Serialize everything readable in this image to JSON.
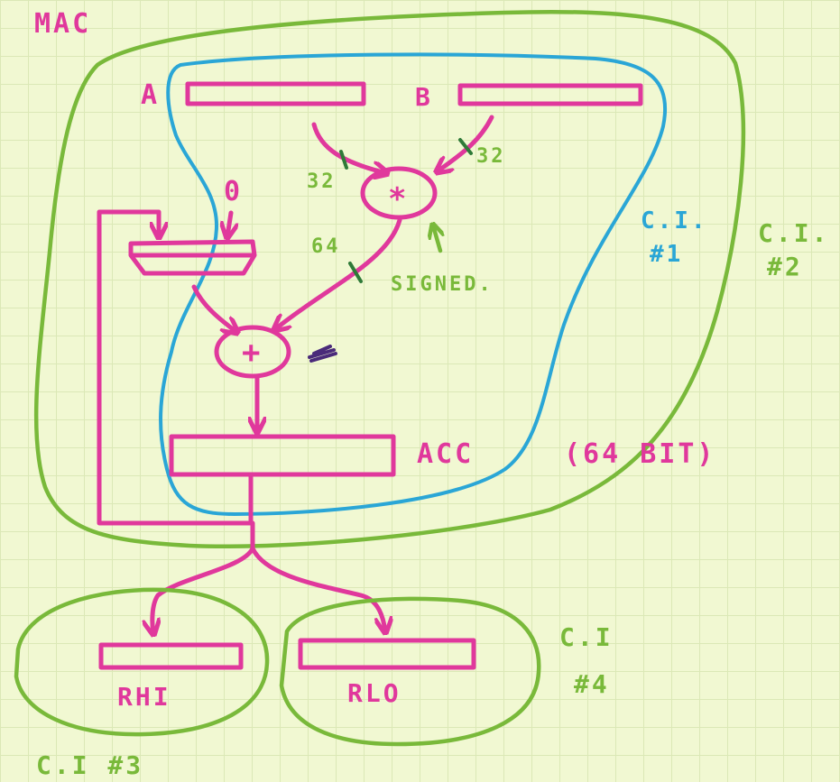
{
  "title": "MAC",
  "registers": {
    "a_label": "A",
    "b_label": "B",
    "acc_label": "ACC",
    "acc_note": "(64 BIT)",
    "rhi_label": "RHI",
    "rlo_label": "RLO"
  },
  "operators": {
    "multiply_symbol": "*",
    "add_symbol": "+",
    "zero_input": "0",
    "signed_note": "SIGNED."
  },
  "bus_widths": {
    "a_in": "32",
    "b_in": "32",
    "product": "64"
  },
  "custom_instructions": {
    "ci1": [
      "C.I.",
      "#1"
    ],
    "ci2": [
      "C.I.",
      "#2"
    ],
    "ci3": "C.I #3",
    "ci4": [
      "C.I",
      "#4"
    ]
  },
  "colors": {
    "datapath": "#e0389c",
    "ci_boundary_green": "#79b93a",
    "ci_boundary_blue": "#2aa6d6",
    "paper": "#f1f8d2",
    "grid": "#dbe8b6"
  }
}
